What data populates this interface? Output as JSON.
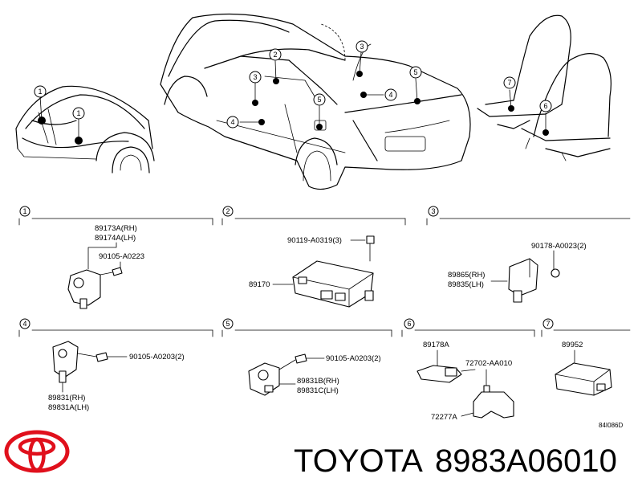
{
  "callouts": {
    "c1": "1",
    "c2": "2",
    "c3": "3",
    "c4": "4",
    "c5": "5",
    "c6": "6",
    "c7": "7"
  },
  "sections": {
    "s1": {
      "num": "1",
      "part_rh": "89173A(RH)",
      "part_lh": "89174A(LH)",
      "bolt": "90105-A0223"
    },
    "s2": {
      "num": "2",
      "bolt": "90119-A0319(3)",
      "part": "89170"
    },
    "s3": {
      "num": "3",
      "bolt": "90178-A0023(2)",
      "part_rh": "89865(RH)",
      "part_lh": "89835(LH)"
    },
    "s4": {
      "num": "4",
      "bolt": "90105-A0203(2)",
      "part_rh": "89831(RH)",
      "part_lh": "89831A(LH)"
    },
    "s5": {
      "num": "5",
      "bolt": "90105-A0203(2)",
      "part_rh": "89831B(RH)",
      "part_lh": "89831C(LH)"
    },
    "s6": {
      "num": "6",
      "part": "89178A",
      "bolt": "72702-AA010",
      "bracket": "72277A"
    },
    "s7": {
      "num": "7",
      "part": "89952"
    }
  },
  "diagram_code": "84I086D",
  "brand": {
    "name": "TOYOTA",
    "part_number": "8983A06010",
    "logo_color": "#e0101c"
  }
}
